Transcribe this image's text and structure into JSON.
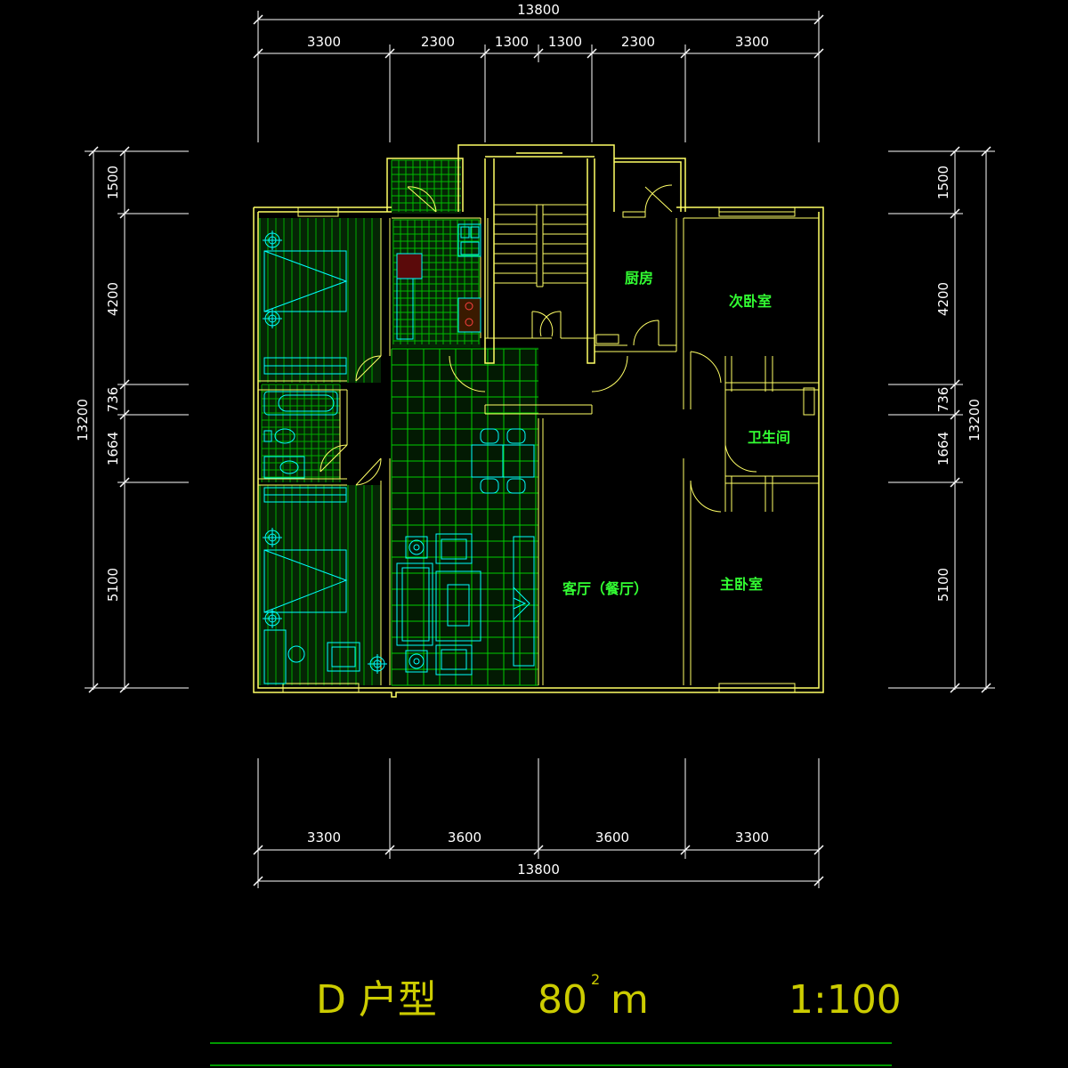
{
  "dimensions": {
    "top_total": "13800",
    "top_segments": [
      "3300",
      "2300",
      "1300",
      "1300",
      "2300",
      "3300"
    ],
    "bottom_segments": [
      "3300",
      "3600",
      "3600",
      "3300"
    ],
    "bottom_total": "13800",
    "left_total": "13200",
    "left_segments": [
      "1500",
      "4200",
      "736",
      "1664",
      "5100"
    ],
    "right_total": "13200",
    "right_segments": [
      "1500",
      "4200",
      "736",
      "1664",
      "5100"
    ]
  },
  "rooms": {
    "kitchen": "厨房",
    "second_bedroom": "次卧室",
    "bathroom": "卫生间",
    "living": "客厅（餐厅）",
    "master_bedroom": "主卧室"
  },
  "title_block": {
    "unit_type": "D 户型",
    "area_number": "80",
    "area_sup": "2",
    "area_unit": "m",
    "scale": "1:100"
  },
  "colors": {
    "background": "#000000",
    "walls": "#ffff66",
    "dimension_lines": "#ffffff",
    "room_labels": "#33ff33",
    "hatch": "#00cc00",
    "furniture": "#00ffff",
    "title_text": "#cccc00"
  }
}
